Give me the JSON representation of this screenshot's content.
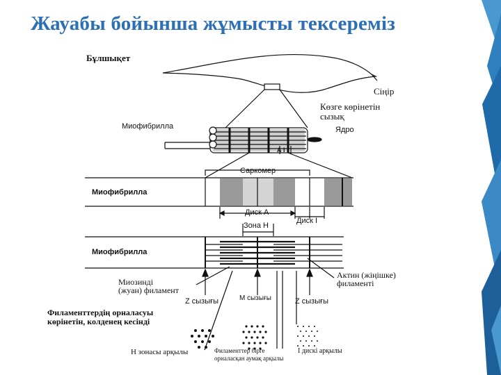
{
  "slide": {
    "title": "Жауабы бойынша жұмысты тексереміз"
  },
  "figure": {
    "labels": {
      "bundle": "Бұлшықет",
      "sheath": "Сіңір",
      "visible_line_1": "Көзге көрінетін",
      "visible_line_2": "сызық",
      "nucleus": "Ядро",
      "myofibril_top": "Миофибрилла",
      "at_mark": "А І",
      "sarcomere": "Саркомер",
      "myofibril_mid": "Миофибрилла",
      "disk_a": "Диск А",
      "disk_i": "Диск І",
      "zone_h": "Зона Н",
      "myofibril_bottom": "Миофибрилла",
      "myosin_1": "Миозинді",
      "myosin_2": "(жуан) филамент",
      "actin_1": "Актин (жіңішке)",
      "actin_2": "филаменті",
      "z_line_left": "Z сызығы",
      "m_line": "М сызығы",
      "z_line_right": "Z сызығы",
      "cross_1": "Филаменттердің орналасуы",
      "cross_2": "көрінетін, колденең кесінді",
      "h_zone_cut": "Н зонасы арқылы",
      "overlap_1": "Филаменттер бірге",
      "overlap_2": "орналасқан аумақ арқылы",
      "i_disk_cut": "І дискі арқылы"
    }
  },
  "colors": {
    "title": "#2c6fb4",
    "accent_dark": "#1f5f97",
    "accent_light": "#4a98d0",
    "band_grey": "#9a9a9a"
  }
}
